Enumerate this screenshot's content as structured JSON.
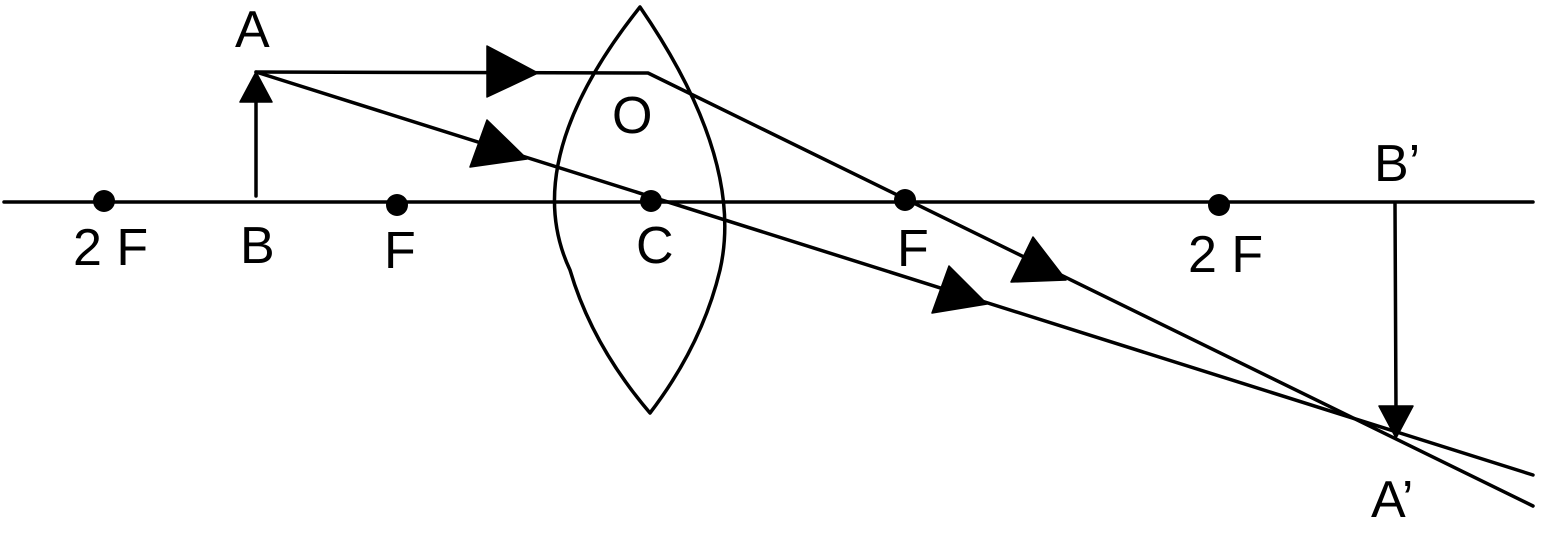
{
  "colors": {
    "line": "#000000",
    "background": "#ffffff"
  },
  "labels": {
    "object_top": "A",
    "object_base": "B",
    "optical_center": "C",
    "lens_point": "O",
    "focus_left": "F",
    "focus_right": "F",
    "double_focus_left": "2 F",
    "double_focus_right": "2 F",
    "image_top": "B’",
    "image_tip": "A’"
  }
}
